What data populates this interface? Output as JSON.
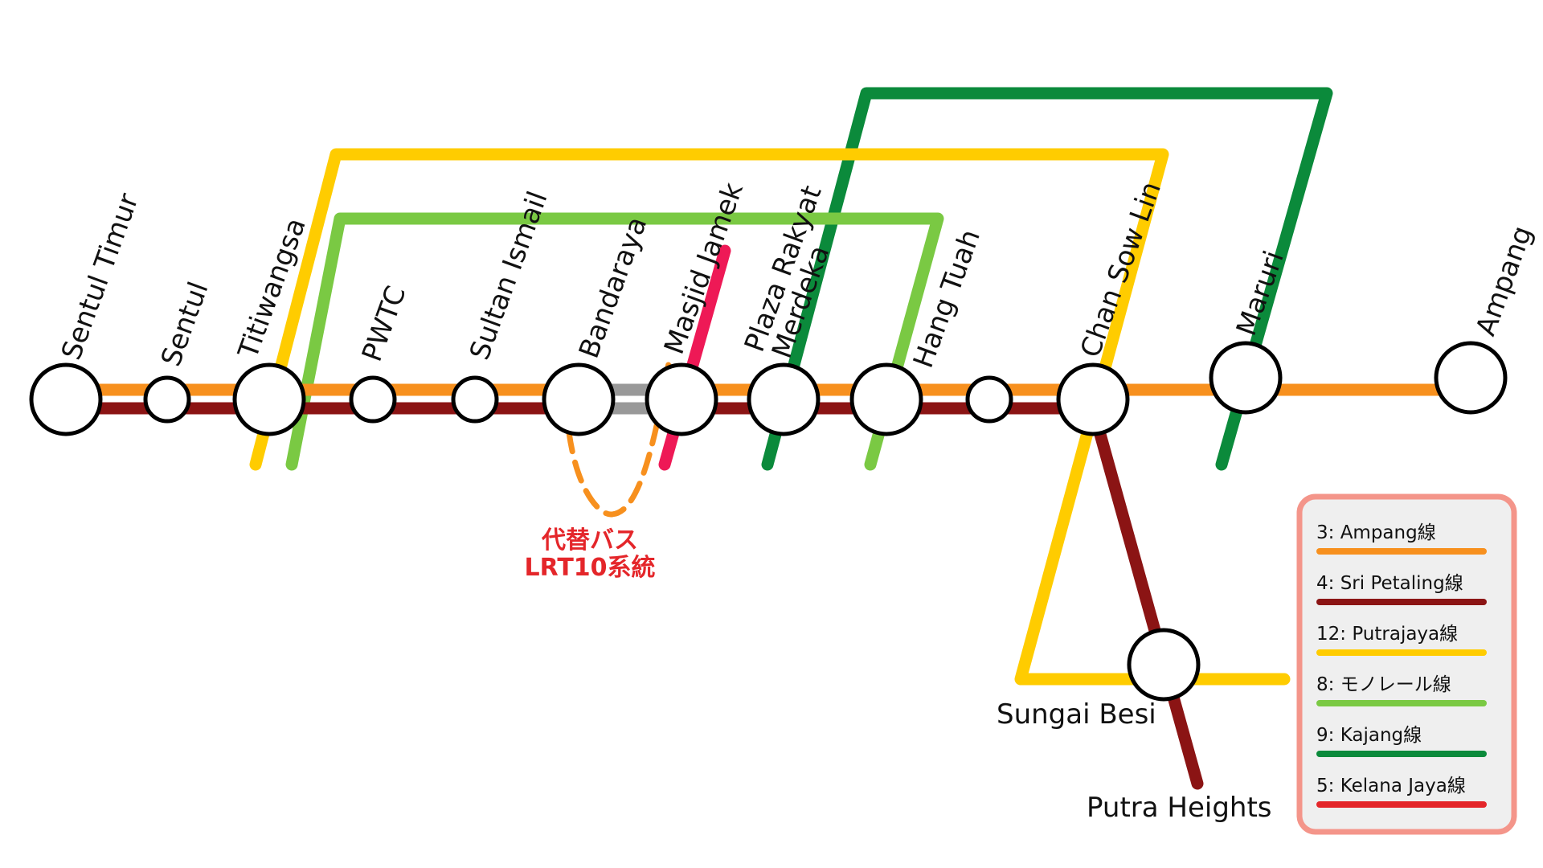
{
  "colors": {
    "ampang": "#f7901e",
    "sri_petaling": "#8b1414",
    "putrajaya": "#ffcc00",
    "monorail": "#7ac943",
    "kajang": "#0b8a3b",
    "kelana_jaya": "#ee1956",
    "closed_gap": "#999999",
    "legend_border": "#f4958a",
    "legend_bg": "#efefef",
    "bus_note": "#e4262a"
  },
  "stations": {
    "sentul_timur": "Sentul Timur",
    "sentul": "Sentul",
    "titiwangsa": "Titiwangsa",
    "pwtc": "PWTC",
    "sultan_ismail": "Sultan Ismail",
    "bandaraya": "Bandaraya",
    "masjid_jamek": "Masjid Jamek",
    "plaza_rakyat": "Plaza Rakyat",
    "merdeka": "Merdeka",
    "hang_tuah": "Hang Tuah",
    "chan_sow_lin": "Chan Sow Lin",
    "maluri": "Maruri",
    "ampang": "Ampang",
    "sungai_besi": "Sungai Besi",
    "putra_heights": "Putra Heights"
  },
  "bus_note": {
    "line1": "代替バス",
    "line2": "LRT10系統"
  },
  "legend": [
    {
      "label": "3: Ampang線",
      "color": "#f7901e"
    },
    {
      "label": "4: Sri Petaling線",
      "color": "#8b1414"
    },
    {
      "label": "12: Putrajaya線",
      "color": "#ffcc00"
    },
    {
      "label": "8: モノレール線",
      "color": "#7ac943"
    },
    {
      "label": "9: Kajang線",
      "color": "#0b8a3b"
    },
    {
      "label": "5: Kelana Jaya線",
      "color": "#e4262a"
    }
  ]
}
